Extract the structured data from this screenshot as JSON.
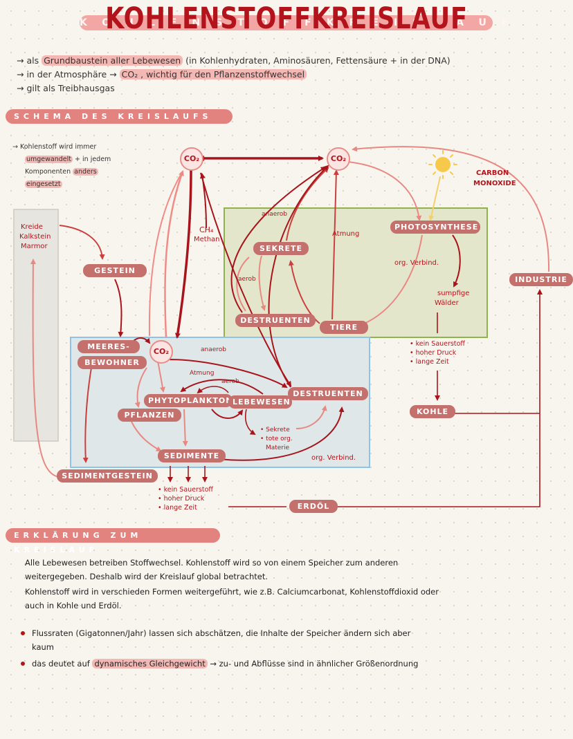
{
  "title": {
    "main": "KOHLENSTOFFKREISLAUF",
    "spaced": "KOHLENSTOFFKREISLAUF"
  },
  "intro": [
    {
      "prefix": "→ als ",
      "highlight": "Grundbaustein aller Lebewesen",
      "suffix": " (in Kohlenhydraten, Aminosäuren, Fettensäure + in der DNA)"
    },
    {
      "prefix": "→ in der Atmosphäre → ",
      "highlight": "CO₂ , wichtig für den Pflanzenstoffwechsel",
      "suffix": ""
    },
    {
      "prefix": "→ gilt als Treibhausgas",
      "highlight": "",
      "suffix": ""
    }
  ],
  "sections": {
    "schema": "SCHEMA DES KREISLAUFS",
    "erklaerung": "ERKLÄRUNG ZUM KREISLAUF"
  },
  "side_note": {
    "line1": "→ Kohlenstoff wird immer",
    "line2_hl": "umgewandelt",
    "line2_rest": " + in jedem",
    "line3_pre": "Komponenten ",
    "line3_hl": "anders",
    "line4_hl": "eingesetzt"
  },
  "diagram": {
    "co2_label": "CO₂",
    "nodes": {
      "gestein": "GESTEIN",
      "meeresbewohner_1": "MEERES-",
      "meeresbewohner_2": "BEWOHNER",
      "phytoplankton": "PHYTOPLANKTON",
      "lebewesen": "LEBEWESEN",
      "pflanzen": "PFLANZEN",
      "destruenten_sea": "DESTRUENTEN",
      "sedimente": "SEDIMENTE",
      "sedimentgestein": "SEDIMENTGESTEIN",
      "sekrete": "SEKRETE",
      "destruenten_land": "DESTRUENTEN",
      "tiere": "TIERE",
      "photosynthese": "PHOTOSYNTHESE",
      "industrie": "INDUSTRIE",
      "kohle": "KOHLE",
      "erdoel": "ERDÖL"
    },
    "labels": {
      "kreide": "Kreide",
      "kalkstein": "Kalkstein",
      "marmor": "Marmor",
      "ch4": "CH₄",
      "methan": "Methan",
      "anaerob_land": "anaerob",
      "aerob_land": "aerob",
      "atmung_land": "Atmung",
      "org_verbind_land": "org. Verbind.",
      "sumpfige_1": "sumpfige",
      "sumpfige_2": "Wälder",
      "carbon_1": "CARBON",
      "carbon_2": "MONOXIDE",
      "anaerob_sea": "anaerob",
      "atmung_sea": "Atmung",
      "aerob_sea": "aerob",
      "sekrete_note_1": "• Sekrete",
      "sekrete_note_2": "• tote org.",
      "sekrete_note_3": "Materie",
      "org_verbind_sea": "org. Verbind."
    },
    "conditions_kohle": [
      "• kein Sauerstoff",
      "• hoher Druck",
      "• lange Zeit"
    ],
    "conditions_erdoel": [
      "• kein Sauerstoff",
      "• hoher Druck",
      "• lange Zeit"
    ]
  },
  "explanation": {
    "p1": "Alle Lebewesen betreiben Stoffwechsel. Kohlenstoff wird so von einem Speicher zum anderen",
    "p2": "weitergegeben. Deshalb wird der Kreislauf global betrachtet.",
    "p3": "Kohlenstoff wird in verschieden Formen weitergeführt, wie z.B. Calciumcarbonat, Kohlenstoffdioxid oder",
    "p4": "auch in Kohle und Erdöl.",
    "bullet1_a": "Flussraten (Gigatonnen/Jahr) lassen sich abschätzen, die Inhalte der Speicher ändern sich aber",
    "bullet1_b": "kaum",
    "bullet2_pre": "das deutet auf ",
    "bullet2_hl": "dynamisches Gleichgewicht",
    "bullet2_post": " → zu- und Abflüsse sind in ähnlicher Größenordnung"
  },
  "colors": {
    "dark_red": "#b3141c",
    "node_fill": "#c4706c",
    "pink": "#f2a7a4",
    "arrow_light": "#e88883",
    "land_box": "#e4e6cc",
    "land_border": "#8fb34c",
    "sea_box": "#dfe7e8",
    "sea_border": "#8ec2e6"
  }
}
